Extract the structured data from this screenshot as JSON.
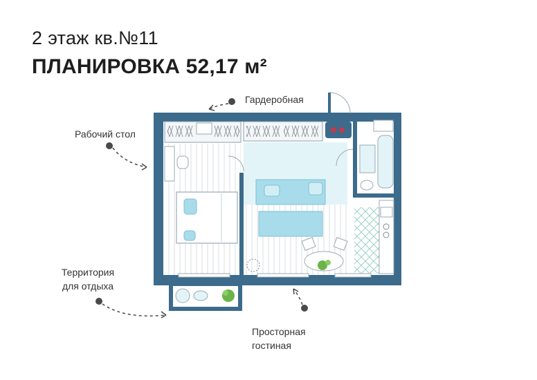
{
  "header": {
    "floor_apartment": "2 этаж кв.№11",
    "layout_area": "ПЛАНИРОВКА 52,17 м²"
  },
  "callouts": {
    "wardrobe": "Гардеробная",
    "desk": "Рабочий стол",
    "recreation_line1": "Территория",
    "recreation_line2": "для отдыха",
    "living_line1": "Просторная",
    "living_line2": "гостиная"
  },
  "colors": {
    "wall": "#3c6b8b",
    "living_fill": "#e3f4f8",
    "sofa": "#a8dcea",
    "bed": "#ffffff",
    "accent": "#c23a4c",
    "dot": "#4a4a4a",
    "plant": "#6bb44a"
  }
}
